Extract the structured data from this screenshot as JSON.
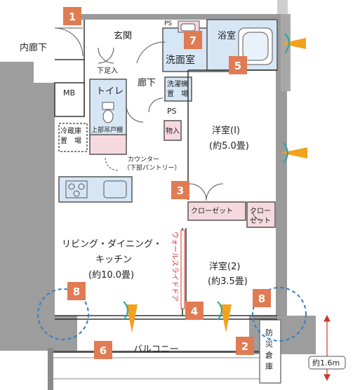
{
  "rooms": {
    "inner_corridor": "内廊下",
    "mb": "MB",
    "genkan": "玄関",
    "shoe_box": "下足入",
    "senmenshitsu": "洗面室",
    "bathroom": "浴室",
    "ps_top": "PS",
    "ps_mid": "PS",
    "toilet": "トイレ",
    "toilet_shelf": "上部吊戸棚",
    "washer_line1": "洗濯機",
    "washer_line2": "置　場",
    "roka": "廊下",
    "storage_small": "物入",
    "fridge_line1": "冷蔵庫",
    "fridge_line2": "置　場",
    "counter_line1": "カウンター",
    "counter_line2": "（下部パントリー）",
    "room1_line1": "洋室(I)",
    "room1_line2": "(約5.0畳)",
    "closet": "クローゼット",
    "closet2_line1": "クロー",
    "closet2_line2": "ゼット",
    "ldk_line1": "リビング・ダイニング・",
    "ldk_line2": "キッチン",
    "ldk_line3": "(約10.0畳)",
    "room2_line1": "洋室(2)",
    "room2_line2": "(約3.5畳)",
    "sliding_door": "ウォールスライドドア",
    "balcony": "バルコニー",
    "storage_line1": "防",
    "storage_line2": "災",
    "storage_line3": "倉",
    "storage_line4": "庫",
    "depth": "約1.6m"
  },
  "markers": {
    "m1": "1",
    "m2": "2",
    "m3": "3",
    "m4": "4",
    "m5": "5",
    "m6": "6",
    "m7": "7",
    "m8a": "8",
    "m8b": "8"
  },
  "colors": {
    "marker": "#E07B53",
    "wet_area": "#D6E6F5",
    "storage": "#F6D9DF",
    "wall": "#8C8C8C",
    "wall_dark": "#5A5A5A",
    "airflow_orange": "#F2A21C",
    "airflow_teal": "#2BA6A0",
    "dashed_circle": "#2F7FC4",
    "depth_arrow": "#D0342C",
    "sliding_door_text": "#D0342C"
  }
}
